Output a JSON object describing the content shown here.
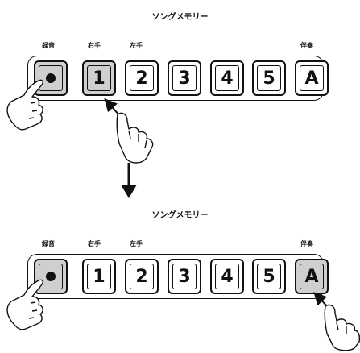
{
  "diagram": {
    "panels": [
      {
        "title": "ソングメモリー",
        "labels": {
          "rec": "録音",
          "right": "右手",
          "left": "左手",
          "accomp": "伴奏"
        },
        "keys": [
          {
            "name": "record",
            "glyph": "record-dot-icon",
            "pressed": true
          },
          {
            "name": "track-1",
            "text": "1",
            "pressed": true
          },
          {
            "name": "track-2",
            "text": "2",
            "pressed": false
          },
          {
            "name": "track-3",
            "text": "3",
            "pressed": false
          },
          {
            "name": "track-4",
            "text": "4",
            "pressed": false
          },
          {
            "name": "track-5",
            "text": "5",
            "pressed": false
          },
          {
            "name": "accompaniment",
            "text": "A",
            "pressed": false
          }
        ]
      },
      {
        "title": "ソングメモリー",
        "labels": {
          "rec": "録音",
          "right": "右手",
          "left": "左手",
          "accomp": "伴奏"
        },
        "keys": [
          {
            "name": "record",
            "glyph": "record-dot-icon",
            "pressed": true
          },
          {
            "name": "track-1",
            "text": "1",
            "pressed": false
          },
          {
            "name": "track-2",
            "text": "2",
            "pressed": false
          },
          {
            "name": "track-3",
            "text": "3",
            "pressed": false
          },
          {
            "name": "track-4",
            "text": "4",
            "pressed": false
          },
          {
            "name": "track-5",
            "text": "5",
            "pressed": false
          },
          {
            "name": "accompaniment",
            "text": "A",
            "pressed": true
          }
        ]
      }
    ],
    "colors": {
      "pressed": "#cfcfcf",
      "ink": "#111111"
    }
  }
}
